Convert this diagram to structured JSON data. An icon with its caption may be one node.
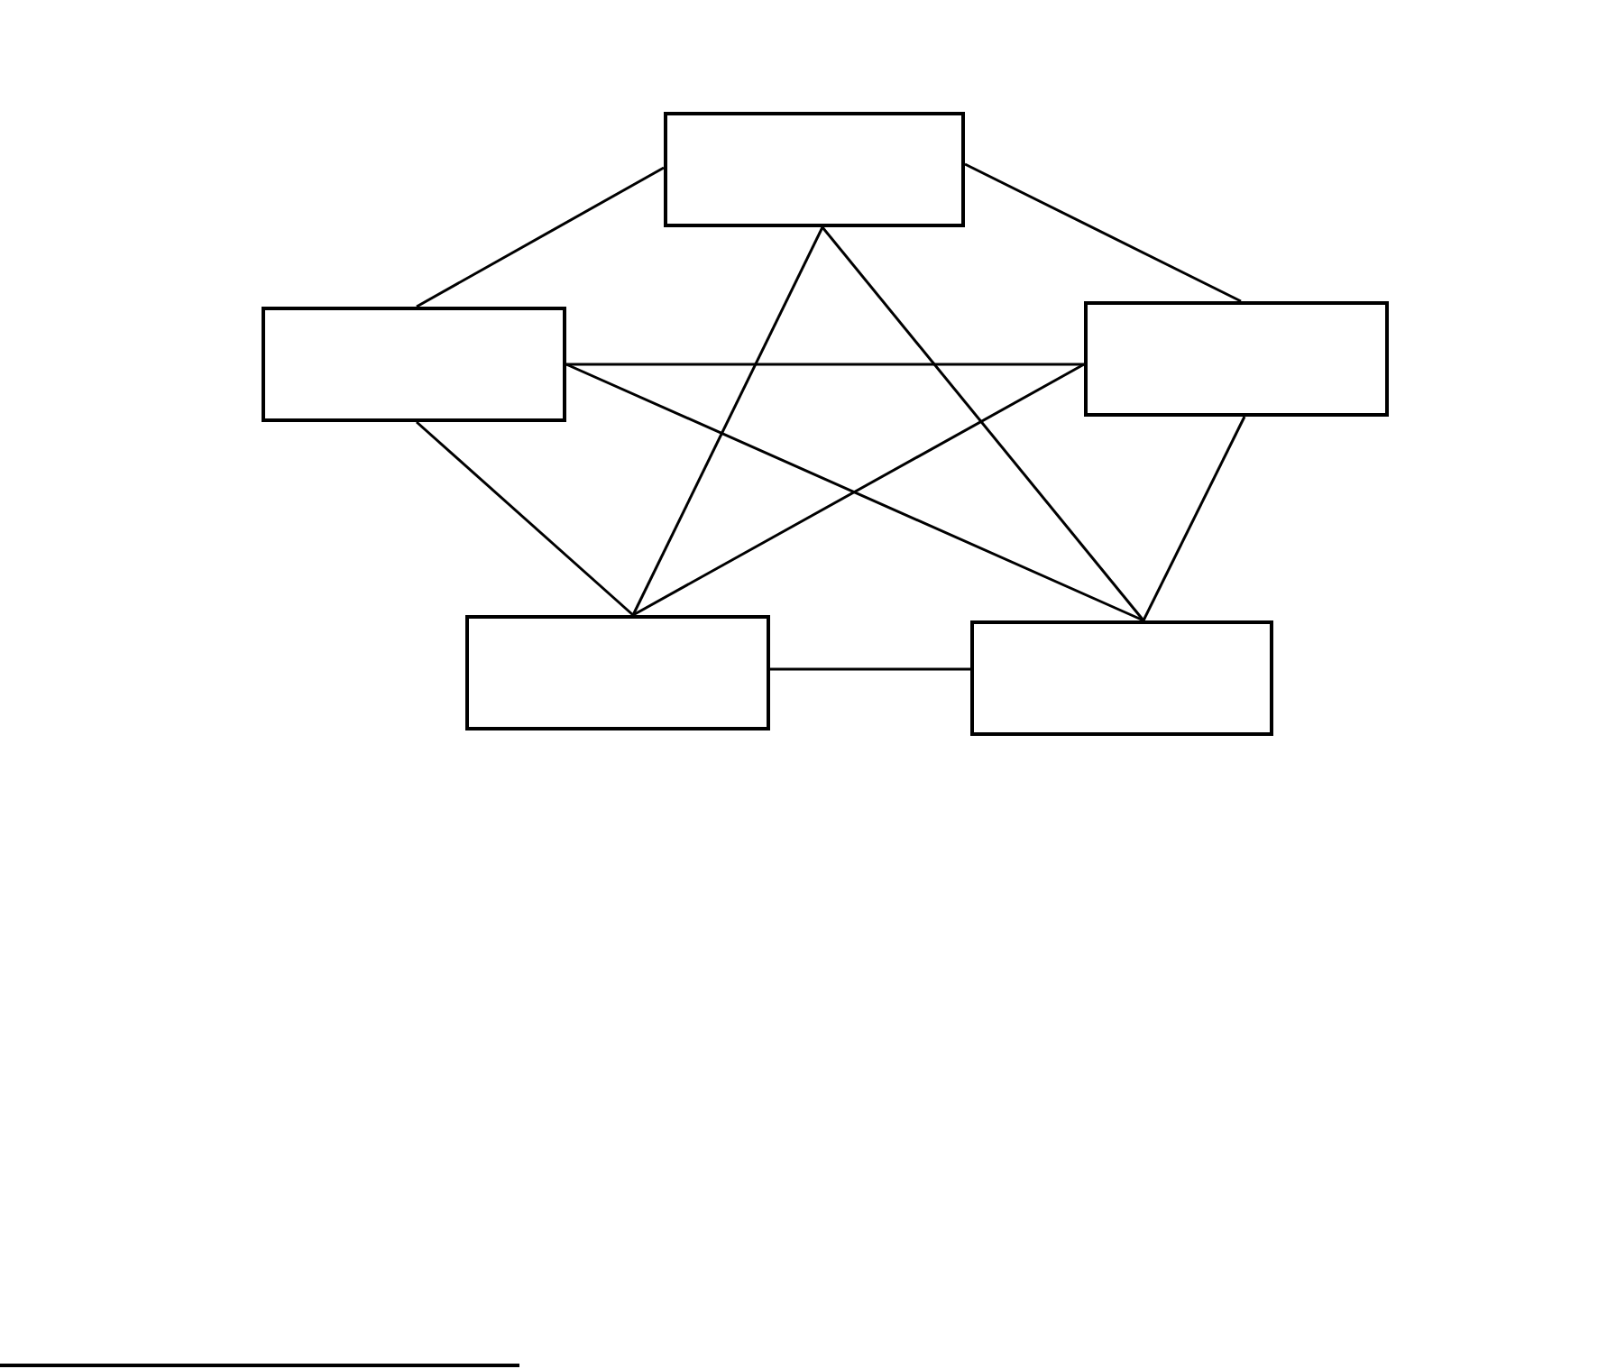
{
  "diagram": {
    "nodes": [
      {
        "text": [],
        "shape": "box"
      },
      {
        "text": [],
        "shape": "box"
      },
      {
        "text": [],
        "shape": "box"
      },
      {
        "text": [],
        "shape": "box"
      },
      {
        "text": [],
        "shape": "box"
      }
    ],
    "edges": [
      {
        "from": 0,
        "to": 1,
        "arrow": "none"
      },
      {
        "from": 0,
        "to": 2,
        "arrow": "none"
      },
      {
        "from": 0,
        "to": 3,
        "arrow": "none"
      },
      {
        "from": 0,
        "to": 4,
        "arrow": "none"
      },
      {
        "from": 1,
        "to": 2,
        "arrow": "none"
      },
      {
        "from": 1,
        "to": 3,
        "arrow": "none"
      },
      {
        "from": 1,
        "to": 4,
        "arrow": "none"
      },
      {
        "from": 2,
        "to": 3,
        "arrow": "none"
      },
      {
        "from": 2,
        "to": 4,
        "arrow": "none"
      },
      {
        "from": 3,
        "to": 4,
        "arrow": "none"
      }
    ]
  }
}
